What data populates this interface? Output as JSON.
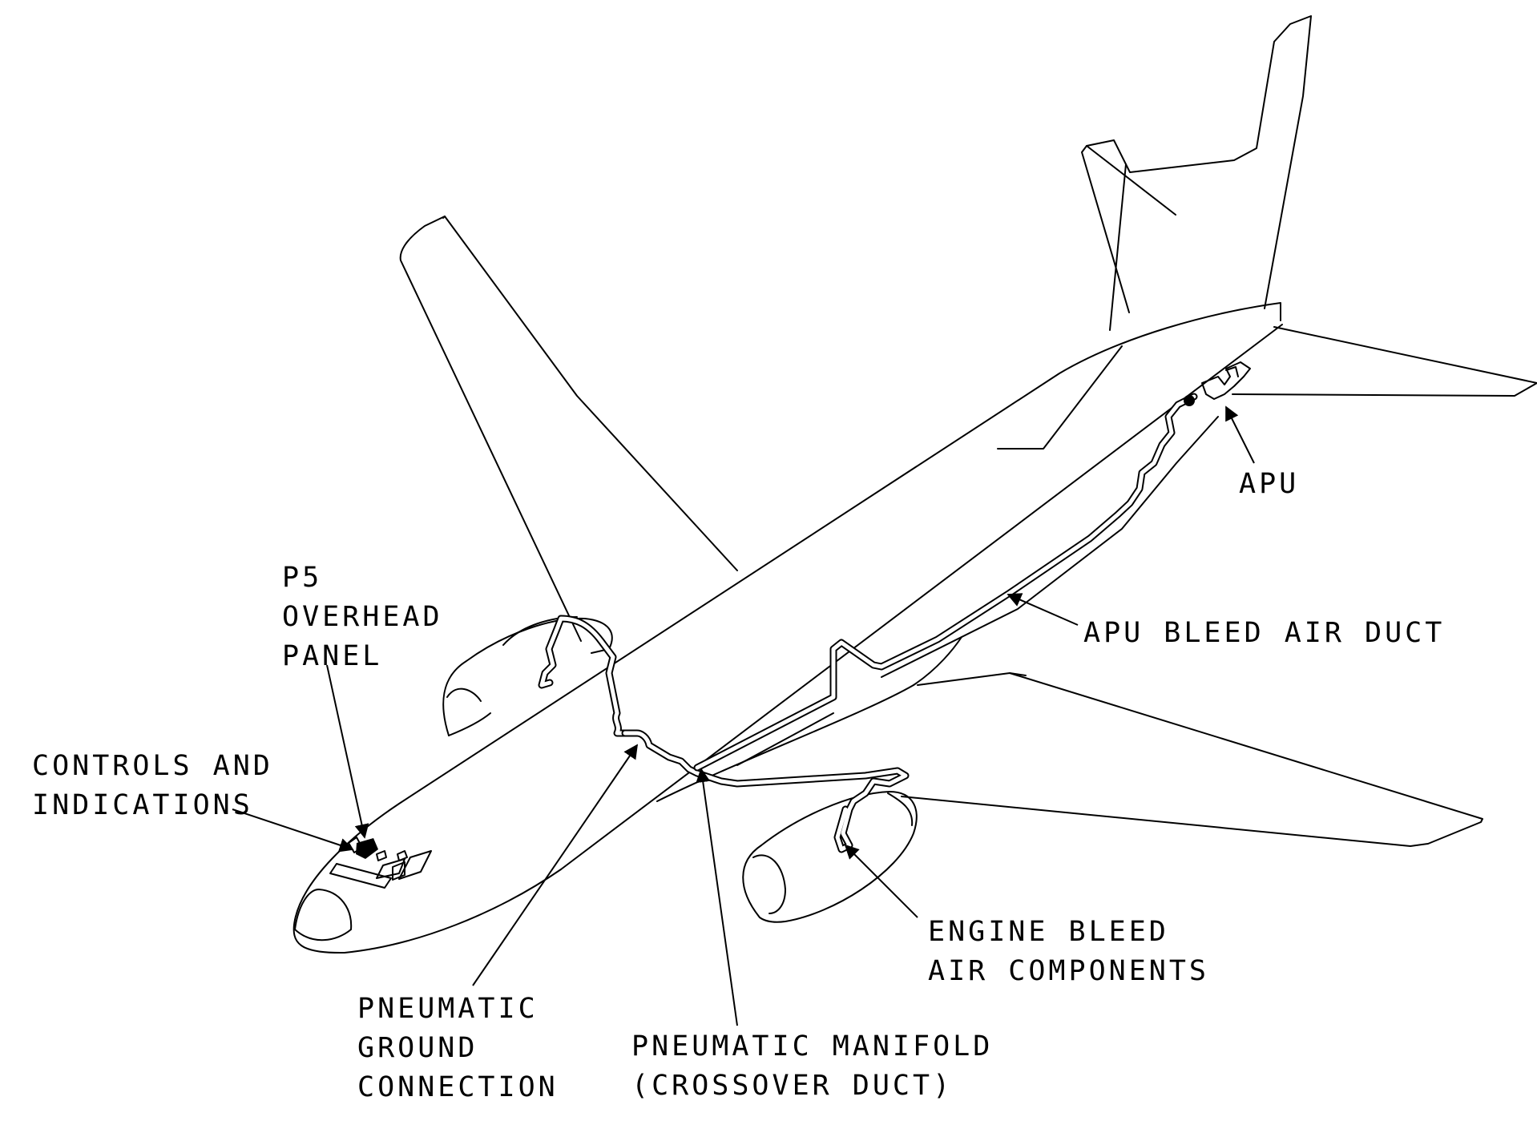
{
  "labels": {
    "p5_overhead_panel": [
      "P5",
      "OVERHEAD",
      "PANEL"
    ],
    "controls_and_indications": [
      "CONTROLS AND",
      "INDICATIONS"
    ],
    "apu": [
      "APU"
    ],
    "apu_bleed_air_duct": [
      "APU BLEED AIR DUCT"
    ],
    "engine_bleed_air_components": [
      "ENGINE BLEED",
      "AIR COMPONENTS"
    ],
    "pneumatic_ground_connection": [
      "PNEUMATIC",
      "GROUND",
      "CONNECTION"
    ],
    "pneumatic_manifold": [
      "PNEUMATIC MANIFOLD",
      "(CROSSOVER DUCT)"
    ]
  },
  "colors": {
    "line": "#000000",
    "background": "#ffffff"
  }
}
